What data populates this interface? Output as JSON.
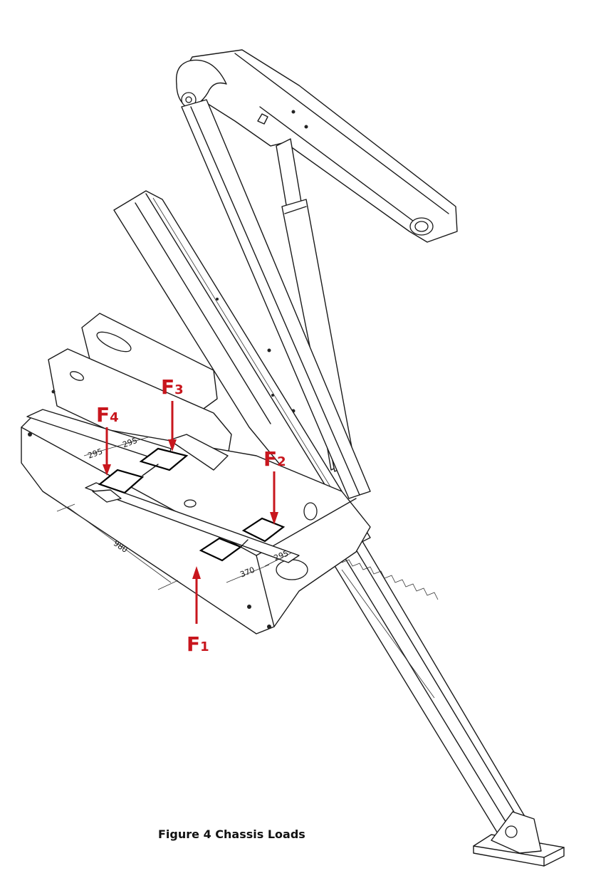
{
  "figure": {
    "caption": "Figure 4 Chassis Loads",
    "forces": [
      {
        "id": "F1",
        "letter": "F",
        "sub": "1"
      },
      {
        "id": "F2",
        "letter": "F",
        "sub": "2"
      },
      {
        "id": "F3",
        "letter": "F",
        "sub": "3"
      },
      {
        "id": "F4",
        "letter": "F",
        "sub": "4"
      }
    ],
    "dimensions": {
      "length": "980",
      "upper_a": "295",
      "upper_b": "295",
      "lower_a": "370",
      "lower_b": "295"
    },
    "colors": {
      "force": "#c8161d",
      "line": "#1a1a1a"
    }
  }
}
